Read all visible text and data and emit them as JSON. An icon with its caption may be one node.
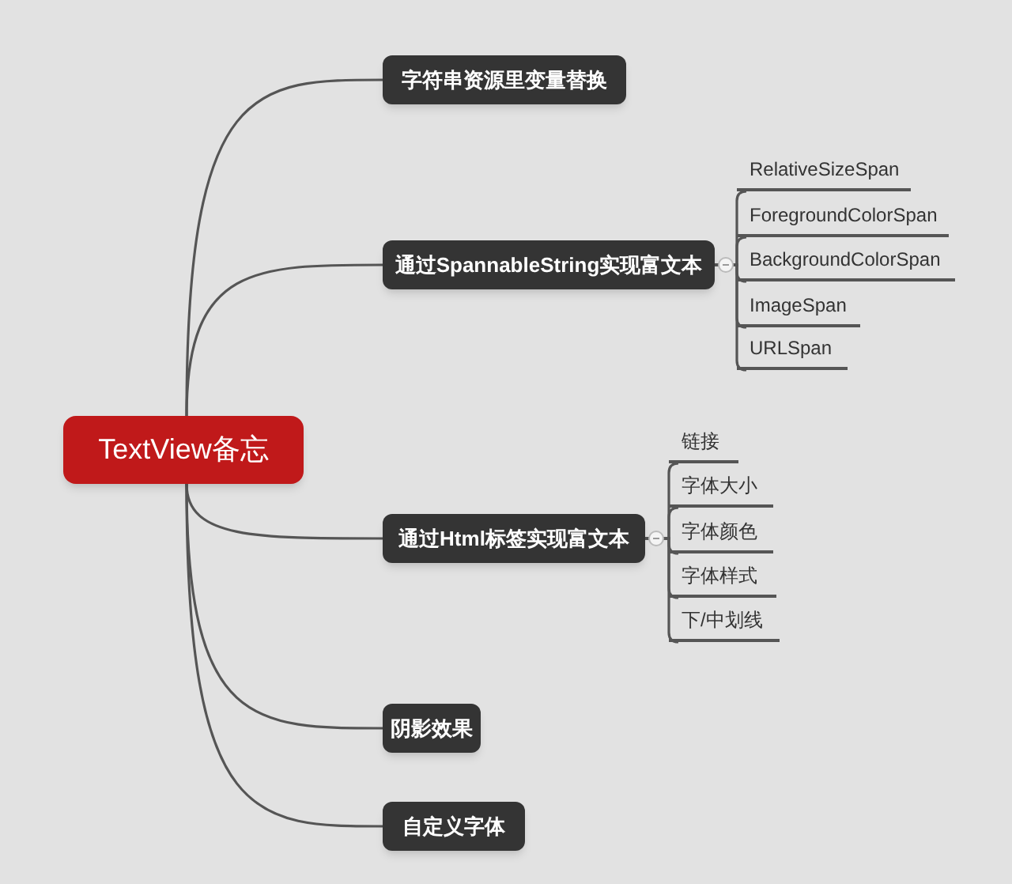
{
  "diagram": {
    "nodes": [
      {
        "text": [
          "TextView备忘"
        ]
      },
      {
        "text": [
          "字符串资源里变量替换"
        ]
      },
      {
        "text": [
          "通过SpannableString实现富文本"
        ]
      },
      {
        "text": [
          "RelativeSizeSpan"
        ]
      },
      {
        "text": [
          "ForegroundColorSpan"
        ]
      },
      {
        "text": [
          "BackgroundColorSpan"
        ]
      },
      {
        "text": [
          "ImageSpan"
        ]
      },
      {
        "text": [
          "URLSpan"
        ]
      },
      {
        "text": [
          "通过Html标签实现富文本"
        ]
      },
      {
        "text": [
          "链接"
        ]
      },
      {
        "text": [
          "字体大小"
        ]
      },
      {
        "text": [
          "字体颜色"
        ]
      },
      {
        "text": [
          "字体样式"
        ]
      },
      {
        "text": [
          "下/中划线"
        ]
      },
      {
        "text": [
          "阴影效果"
        ]
      },
      {
        "text": [
          "自定义字体"
        ]
      }
    ],
    "edges": [
      {
        "from": 0,
        "to": 1,
        "arrow": "none"
      },
      {
        "from": 0,
        "to": 2,
        "arrow": "none"
      },
      {
        "from": 2,
        "to": 3,
        "arrow": "none"
      },
      {
        "from": 2,
        "to": 4,
        "arrow": "none"
      },
      {
        "from": 2,
        "to": 5,
        "arrow": "none"
      },
      {
        "from": 2,
        "to": 6,
        "arrow": "none"
      },
      {
        "from": 2,
        "to": 7,
        "arrow": "none"
      },
      {
        "from": 0,
        "to": 8,
        "arrow": "none"
      },
      {
        "from": 8,
        "to": 9,
        "arrow": "none"
      },
      {
        "from": 8,
        "to": 10,
        "arrow": "none"
      },
      {
        "from": 8,
        "to": 11,
        "arrow": "none"
      },
      {
        "from": 8,
        "to": 12,
        "arrow": "none"
      },
      {
        "from": 8,
        "to": 13,
        "arrow": "none"
      },
      {
        "from": 0,
        "to": 14,
        "arrow": "none"
      },
      {
        "from": 0,
        "to": 15,
        "arrow": "none"
      }
    ]
  }
}
